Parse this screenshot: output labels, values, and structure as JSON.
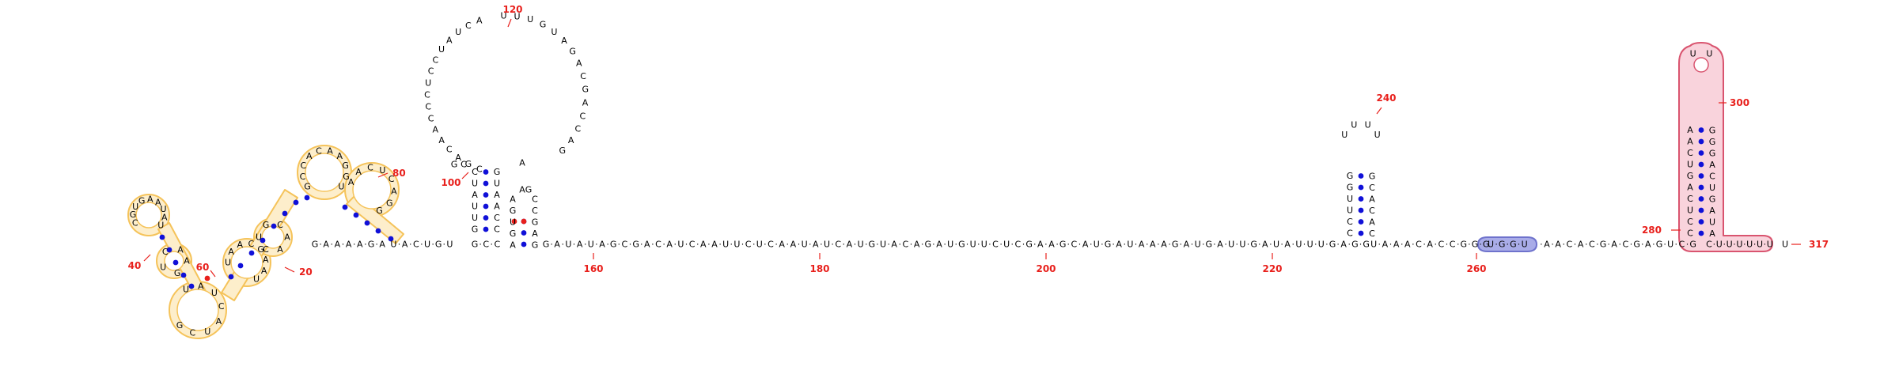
{
  "colors": {
    "background": "#ffffff",
    "nucleotide": "#000000",
    "pair_watson_crick": "#1010d8",
    "pair_noncanonical": "#e8201c",
    "position_label": "#e8201c",
    "highlight_yellow_fill": "#fdeecb",
    "highlight_yellow_stroke": "#f5c35a",
    "highlight_blue_fill": "#a9ace8",
    "highlight_blue_stroke": "#6e72cc",
    "highlight_pink_fill": "#f9d3dc",
    "highlight_pink_stroke": "#d9546f"
  },
  "position_labels": [
    "20",
    "40",
    "60",
    "80",
    "100",
    "120",
    "160",
    "180",
    "200",
    "220",
    "240",
    "260",
    "280",
    "300",
    "317"
  ],
  "backbone_main": "G·A·U·A·U·A·G·C·G·A·C·A·U·C·A·A·U·U·C·U·C·A·A·U·A·U·C·A·U·G·U·A·C·A·G·A·U·G·U·U·C·U·C·G·A·A·G·C·A·U·G·A·U·A·A·A·G·A·U·G·A·U·U·G·A·U·A·U·U·U·G·A·G·G",
  "backbone_mid": "·U·A·A·A·C·A·C·C·G·G·G",
  "highlight_blue_seq": "U·G·G·U",
  "backbone_after_blue": "·A·A·C·A·C·G·A·C·G·A·G·U·C·G",
  "tail_seq": "C·U·U·U·U·U·U",
  "tail_end": "U",
  "linker_seq": "G·A·A·A·A·G·A",
  "stem_a_left": "U·A·C·U·G·U",
  "stem_b_left": "G·C·C",
  "big_loop_left": [
    "C",
    "G",
    "A",
    "C",
    "A",
    "A",
    "C",
    "C",
    "C",
    "U",
    "C",
    "C",
    "U",
    "A",
    "U",
    "C",
    "A"
  ],
  "big_loop_right": [
    "U",
    "U",
    "U",
    "G",
    "U",
    "A",
    "G",
    "A",
    "C",
    "G",
    "A",
    "C",
    "C",
    "A",
    "G"
  ],
  "hairpin_240_left": [
    "G",
    "G",
    "U",
    "U",
    "C",
    "C"
  ],
  "hairpin_240_loop": [
    "U",
    "U",
    "U",
    "U"
  ],
  "hairpin_240_right": [
    "G",
    "C",
    "A",
    "C",
    "A",
    "C"
  ],
  "hairpin_300_left": [
    "C",
    "C",
    "U",
    "C",
    "A",
    "G",
    "U",
    "C",
    "A",
    "A"
  ],
  "hairpin_300_loop": [
    "U",
    "U"
  ],
  "hairpin_300_right": [
    "A",
    "U",
    "A",
    "G",
    "U",
    "C",
    "A",
    "G",
    "G",
    "G"
  ],
  "small_stem_seq": [
    "A",
    "G",
    "U",
    "G",
    "A",
    "C",
    "C",
    "G",
    "A",
    "G"
  ],
  "domain_5prime_nts": [
    "C",
    "G",
    "U",
    "G",
    "A",
    "A",
    "U",
    "A",
    "U",
    "U",
    "A",
    "U",
    "C",
    "A",
    "U",
    "C",
    "G",
    "U",
    "A",
    "A",
    "C",
    "G",
    "A",
    "A",
    "U",
    "G",
    "C",
    "C",
    "A",
    "C",
    "A",
    "A",
    "G",
    "G",
    "U",
    "A",
    "A",
    "C",
    "U",
    "C",
    "A",
    "G",
    "G",
    "A",
    "A",
    "C",
    "U",
    "G",
    "C",
    "A",
    "G",
    "U",
    "C",
    "A"
  ]
}
